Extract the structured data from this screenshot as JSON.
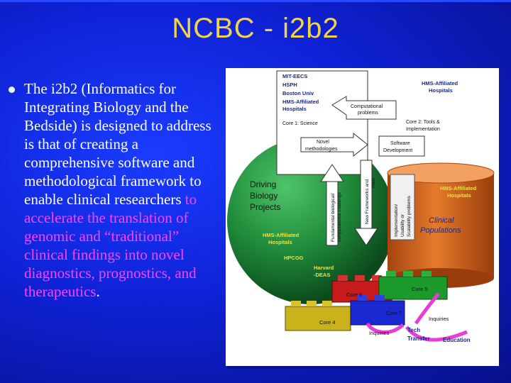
{
  "slide": {
    "title": "NCBC - i2b2",
    "bullet_plain": "The i2b2 (Informatics for Integrating Biology and the Bedside) is designed to address is that of creating a comprehensive software and methodological framework to enable clinical researchers",
    "bullet_highlight": " to accelerate the translation of genomic and “traditional” clinical findings into novel diagnostics, prognostics, and therapeutics",
    "bullet_end": "."
  },
  "figure": {
    "core1_institutions": [
      "MIT-EECS",
      "HSPH",
      "Boston Univ",
      "HMS-Affiliated",
      "Hospitals"
    ],
    "core1_label": "Core 1: Science",
    "hms_top": [
      "HMS-Affiliated",
      "Hospitals"
    ],
    "computational_problems": [
      "Computational",
      "problems"
    ],
    "core2_label": [
      "Core 2: Tools &",
      "Implementation"
    ],
    "novel_methodologies": [
      "Novel",
      "methodologies"
    ],
    "software_development": [
      "Software",
      "Development"
    ],
    "driving_projects": [
      "Driving",
      "Biology",
      "Projects"
    ],
    "fundamental_challenge": [
      "Fundamental biological/",
      "computational challenge"
    ],
    "new_frameworks": [
      "New Frameworks and",
      "Tools"
    ],
    "implementation_usability": [
      "Implementation/",
      "Usability or",
      "Scalability problems"
    ],
    "hms_cylinder": [
      "HMS-Affiliated",
      "Hospitals"
    ],
    "clinical_populations": [
      "Clinical",
      "Populations"
    ],
    "hms_sphere": [
      "HMS-Affiliated",
      "Hospitals"
    ],
    "hpcgg": "HPCGG",
    "harvard_deas": [
      "Harvard",
      "-DEAS"
    ],
    "core4": "Core 4",
    "core5": "Core 5",
    "core6": "Core 6",
    "core7": "Core 7",
    "inquiries_right": "Inquiries",
    "inquiries_bottom": "Inquiries",
    "tech_transfer": [
      "Tech",
      "Transfer"
    ],
    "education": "Education",
    "colors": {
      "title": "#f2d24a",
      "highlight": "#ff44ff",
      "sphere": "#1f8a3a",
      "cylinder": "#d8661f",
      "pink_arrow": "#e83cd8"
    }
  }
}
